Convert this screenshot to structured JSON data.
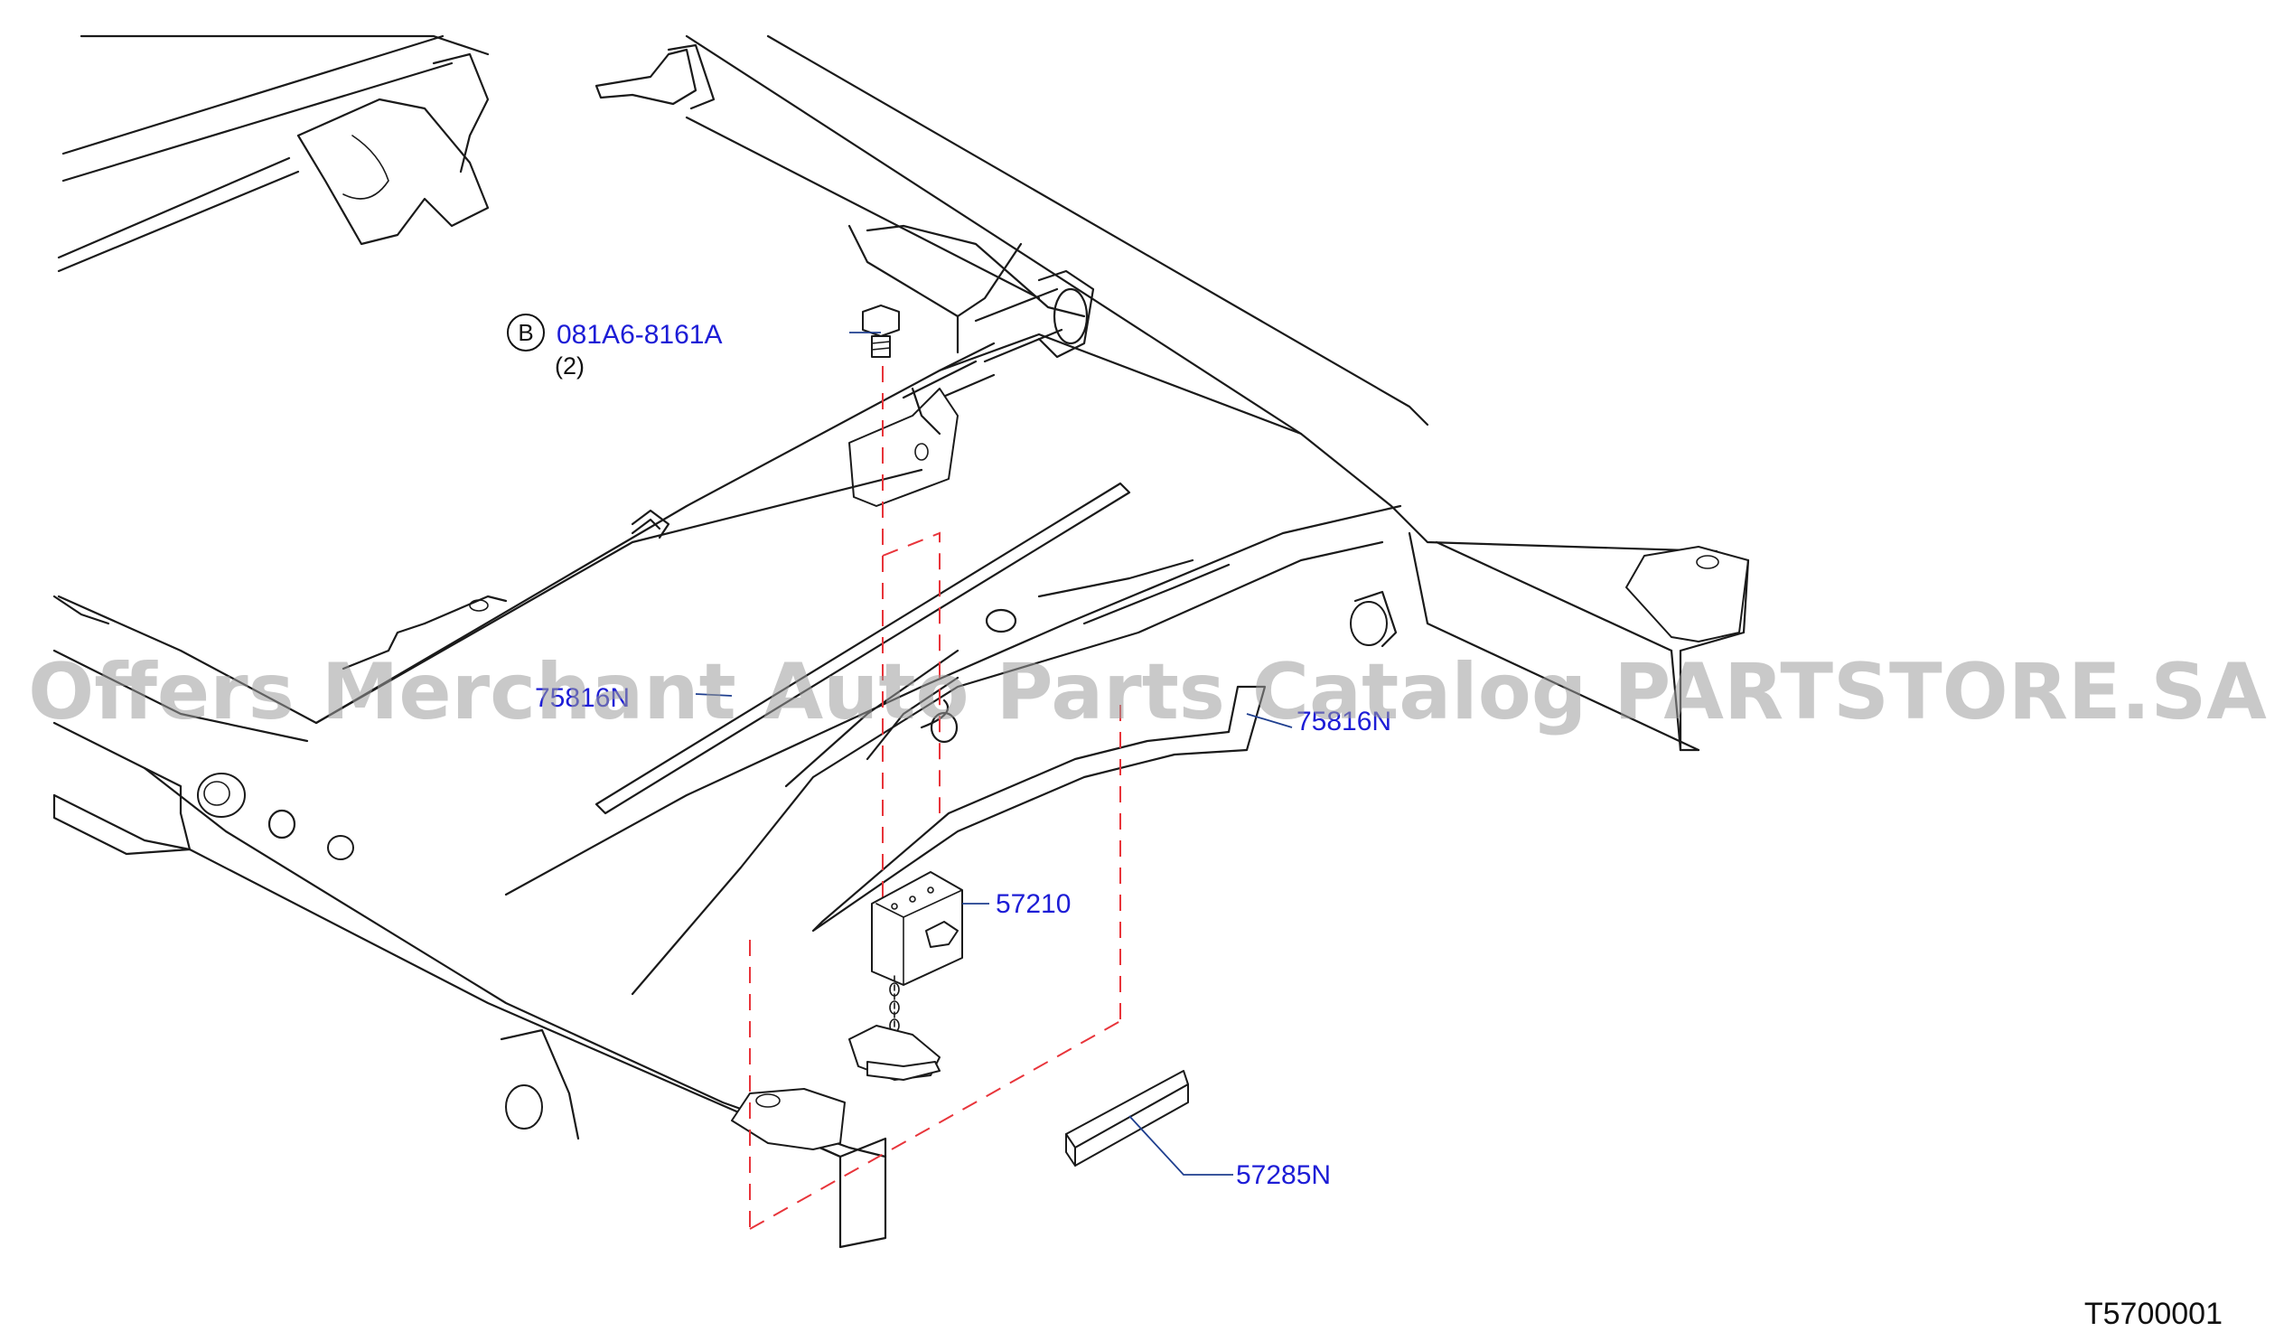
{
  "diagram": {
    "watermark": "Offers Merchant Auto Parts Catalog PARTSTORE.SA",
    "diagram_code": "T5700001",
    "callouts": {
      "bolt": {
        "badge": "B",
        "part_number": "081A6-8161A",
        "quantity": "(2)"
      },
      "cable_left": {
        "part_number": "75816N"
      },
      "cable_right": {
        "part_number": "75816N"
      },
      "carrier": {
        "part_number": "57210"
      },
      "spacer": {
        "part_number": "57285N"
      }
    },
    "colors": {
      "callout_text": "#1d1dd6",
      "dashed_guides": "#e8343a",
      "line_art": "#1a1a1a",
      "watermark": "#9c9c9c"
    }
  }
}
